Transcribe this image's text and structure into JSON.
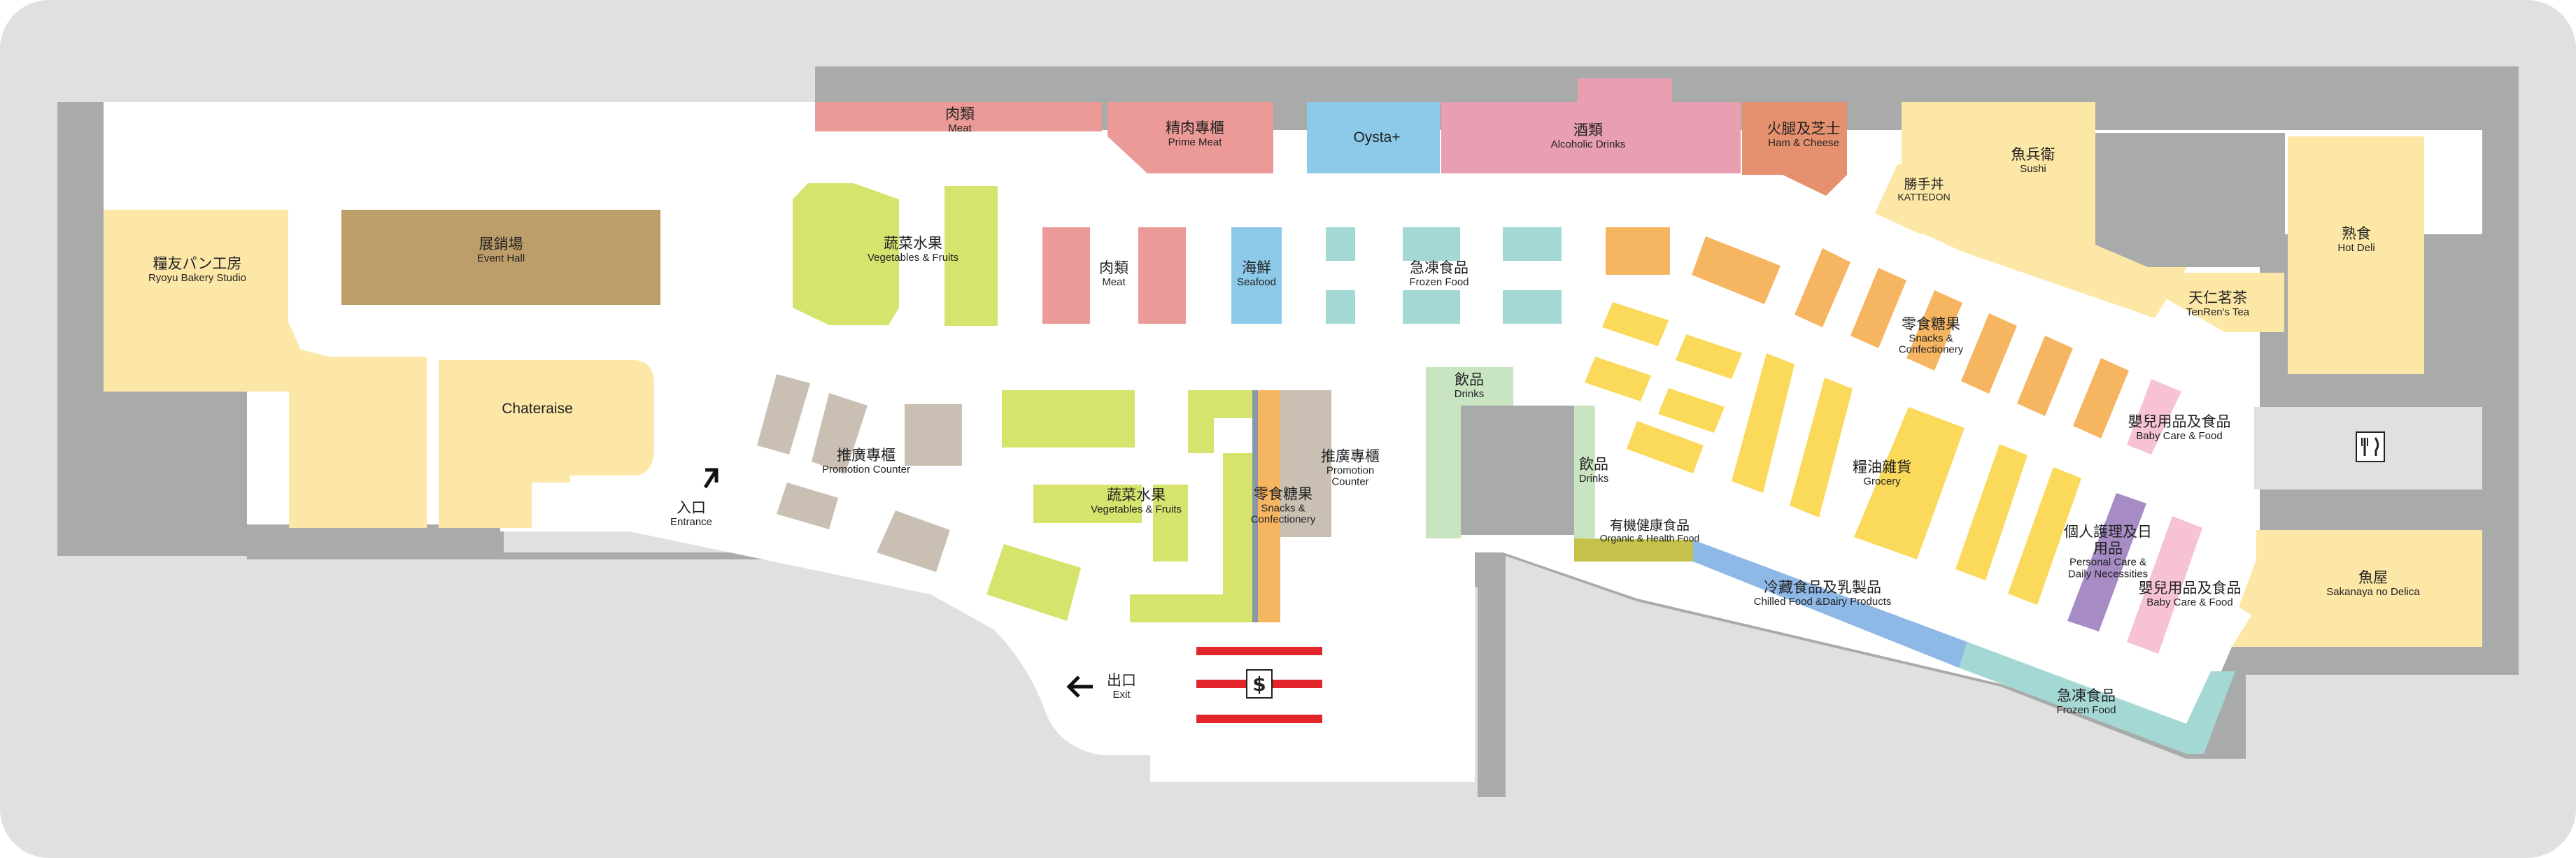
{
  "colors": {
    "frame": "#dfe0df",
    "wall": "#a9aaaa",
    "floor": "#ffffff",
    "meat": "#eb9a97",
    "seafood": "#8dc9e8",
    "alcohol": "#e89fb1",
    "ham": "#e5906e",
    "frozen": "#a4d8d4",
    "produce": "#d6e46e",
    "bakery": "#fde7a7",
    "event": "#bd9d69",
    "promo": "#c9bfb3",
    "snacks": "#f6b561",
    "grocery": "#fbd95a",
    "drinks": "#c8e4c0",
    "baby": "#f6c2d4",
    "personal": "#a78bc5",
    "chilled": "#8eb8e6",
    "organic": "#c4c24a",
    "checkout": "#e2262b",
    "pillar": "#8b97a5"
  },
  "zones": {
    "meat_top": {
      "zh": "肉類",
      "en": "Meat"
    },
    "prime_meat": {
      "zh": "精肉專櫃",
      "en": "Prime Meat"
    },
    "oysta": {
      "text": "Oysta+"
    },
    "alcohol": {
      "zh": "酒類",
      "en": "Alcoholic Drinks"
    },
    "ham": {
      "zh": "火腿及芝士",
      "en": "Ham & Cheese"
    },
    "katte": {
      "zh": "勝手丼",
      "en": "KATTEDON"
    },
    "sushi": {
      "zh": "魚兵衛",
      "en": "Sushi"
    },
    "hot_deli": {
      "zh": "熟食",
      "en": "Hot Deli"
    },
    "tenren": {
      "zh": "天仁茗茶",
      "en": "TenRen's Tea"
    },
    "bakery": {
      "zh": "糧友パン工房",
      "en": "Ryoyu Bakery Studio"
    },
    "event": {
      "zh": "展銷場",
      "en": "Event Hall"
    },
    "chateraise": {
      "text": "Chateraise"
    },
    "veg1": {
      "zh": "蔬菜水果",
      "en": "Vegetables & Fruits"
    },
    "meat_mid": {
      "zh": "肉類",
      "en": "Meat"
    },
    "seafood": {
      "zh": "海鮮",
      "en": "Seafood"
    },
    "frozen_mid": {
      "zh": "急凍食品",
      "en": "Frozen Food"
    },
    "promo1": {
      "zh": "推廣專櫃",
      "en": "Promotion Counter"
    },
    "veg2": {
      "zh": "蔬菜水果",
      "en": "Vegetables & Fruits"
    },
    "snacks_mid": {
      "zh": "零食糖果",
      "en": "Snacks & Confectionery"
    },
    "promo2": {
      "zh": "推廣專櫃",
      "en": "Promotion Counter"
    },
    "drinks1": {
      "zh": "飲品",
      "en": "Drinks"
    },
    "drinks2": {
      "zh": "飲品",
      "en": "Drinks"
    },
    "organic": {
      "zh": "有機健康食品",
      "en": "Organic & Health Food"
    },
    "chilled": {
      "zh": "冷藏食品及乳製品",
      "en": "Chilled Food &Dairy Products"
    },
    "grocery": {
      "zh": "糧油雜貨",
      "en": "Grocery"
    },
    "snacks_right": {
      "zh": "零食糖果",
      "en": "Snacks & Confectionery"
    },
    "baby1": {
      "zh": "嬰兒用品及食品",
      "en": "Baby Care & Food"
    },
    "personal": {
      "zh": "個人護理及日用品",
      "en": "Personal Care & Daily Necessities"
    },
    "baby2": {
      "zh": "嬰兒用品及食品",
      "en": "Baby Care & Food"
    },
    "sakanaya": {
      "zh": "魚屋",
      "en": "Sakanaya no Delica"
    },
    "frozen_bottom": {
      "zh": "急凍食品",
      "en": "Frozen Food"
    }
  },
  "entrance": {
    "zh": "入口",
    "en": "Entrance"
  },
  "exit": {
    "zh": "出口",
    "en": "Exit"
  },
  "icons": {
    "cashier": "dollar-sign-icon",
    "restaurant": "fork-knife-icon",
    "entrance_arrow": "arrow-up-right-icon",
    "exit_arrow": "arrow-left-icon"
  }
}
